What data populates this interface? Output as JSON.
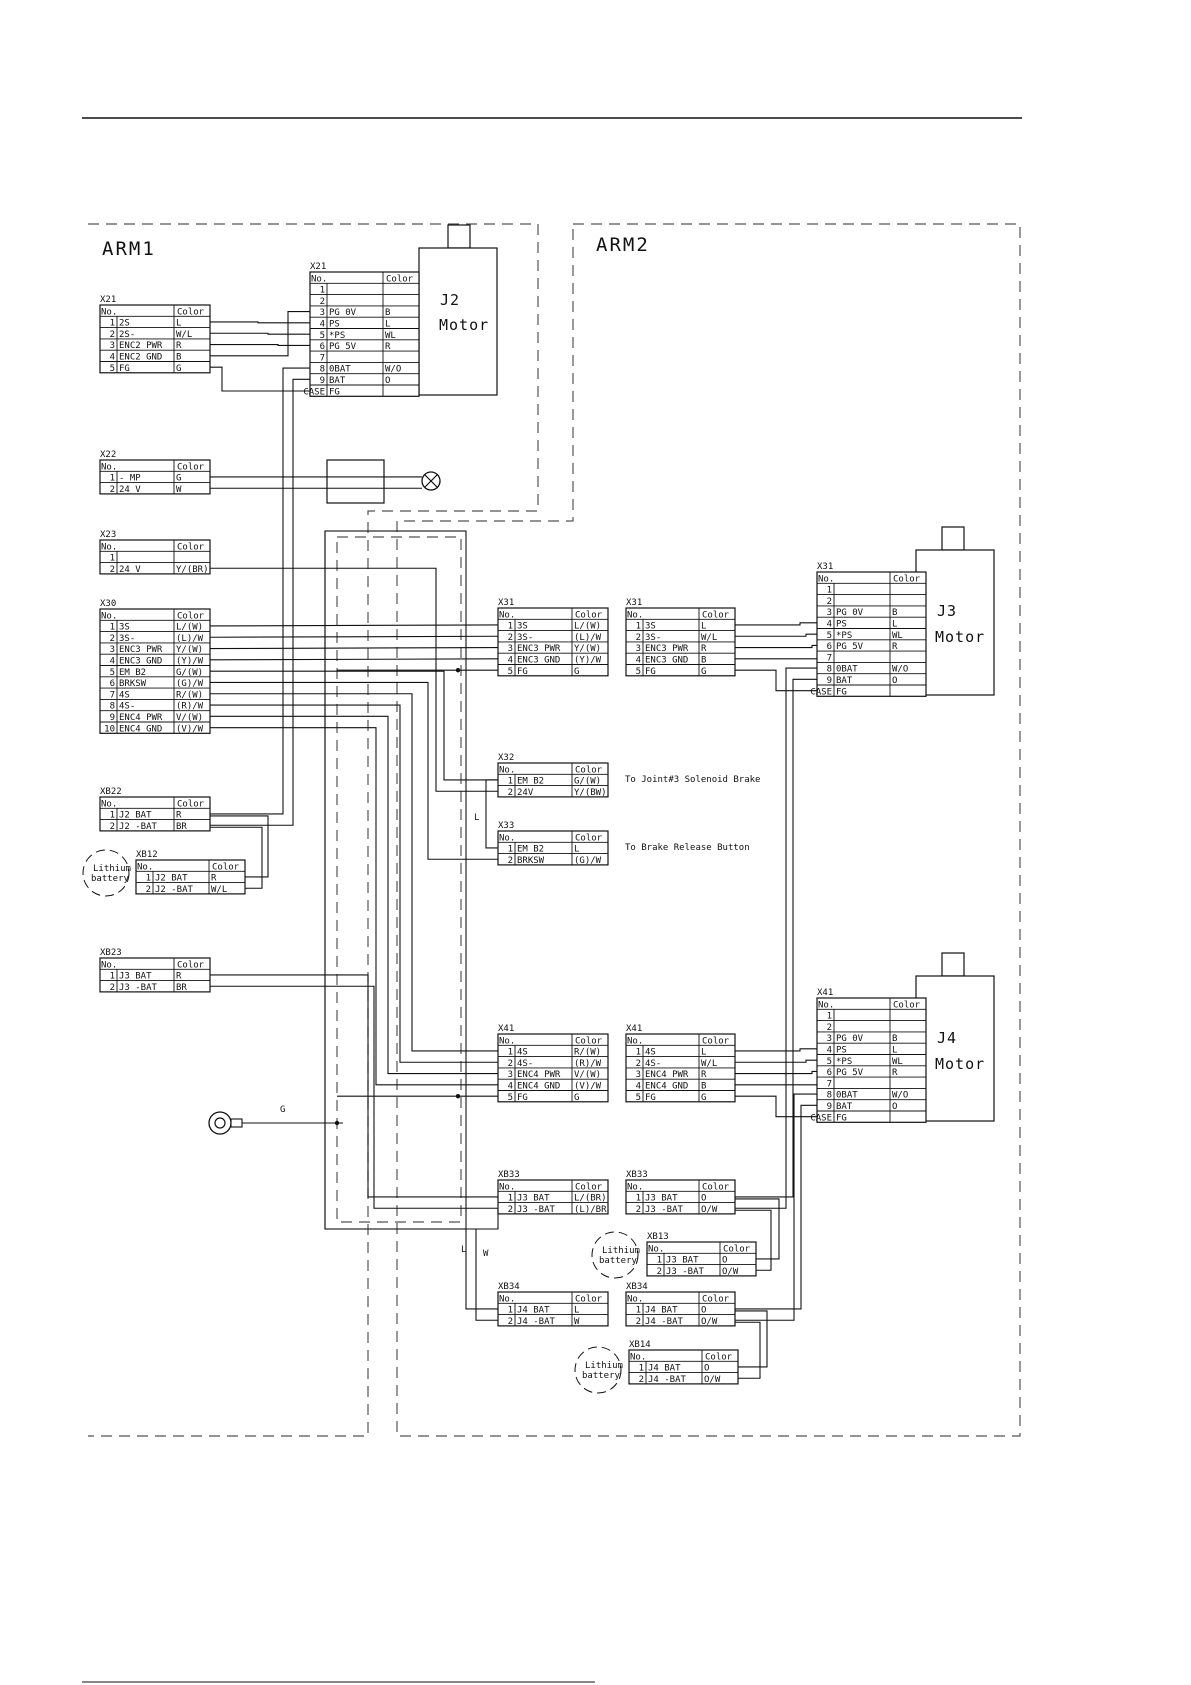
{
  "arm_labels": {
    "arm1": "ARM1",
    "arm2": "ARM2"
  },
  "col_headers": {
    "no": "No.",
    "color": "Color"
  },
  "wire_letters": {
    "g_ground": "G",
    "l_mid": "L",
    "l_bot": "L",
    "w_bot": "W"
  },
  "motors": [
    {
      "id": "j2",
      "line1": "J2",
      "line2": "Motor"
    },
    {
      "id": "j3",
      "line1": "J3",
      "line2": "Motor"
    },
    {
      "id": "j4",
      "line1": "J4",
      "line2": "Motor"
    }
  ],
  "batteries": [
    {
      "id": "b1",
      "line1": "Lithium",
      "line2": "battery"
    },
    {
      "id": "b2",
      "line1": "Lithium",
      "line2": "battery"
    },
    {
      "id": "b3",
      "line1": "Lithium",
      "line2": "battery"
    }
  ],
  "notes": {
    "x32": "To Joint#3 Solenoid Brake",
    "x33": "To Brake Release Button"
  },
  "connectors": [
    {
      "id": "x21a",
      "title": "X21",
      "rows": [
        {
          "no": "1",
          "sig": "2S",
          "color": "L"
        },
        {
          "no": "2",
          "sig": "2S-",
          "color": "W/L"
        },
        {
          "no": "3",
          "sig": "ENC2 PWR",
          "color": "R"
        },
        {
          "no": "4",
          "sig": "ENC2 GND",
          "color": "B"
        },
        {
          "no": "5",
          "sig": "FG",
          "color": "G"
        }
      ]
    },
    {
      "id": "x21b",
      "title": "X21",
      "rows": [
        {
          "no": "1",
          "sig": "",
          "color": ""
        },
        {
          "no": "2",
          "sig": "",
          "color": ""
        },
        {
          "no": "3",
          "sig": "PG 0V",
          "color": "B"
        },
        {
          "no": "4",
          "sig": "PS",
          "color": "L"
        },
        {
          "no": "5",
          "sig": "*PS",
          "color": "WL"
        },
        {
          "no": "6",
          "sig": "PG 5V",
          "color": "R"
        },
        {
          "no": "7",
          "sig": "",
          "color": ""
        },
        {
          "no": "8",
          "sig": "0BAT",
          "color": "W/O"
        },
        {
          "no": "9",
          "sig": "BAT",
          "color": "O"
        },
        {
          "no": "CASE",
          "sig": "FG",
          "color": ""
        }
      ]
    },
    {
      "id": "x22",
      "title": "X22",
      "rows": [
        {
          "no": "1",
          "sig": "- MP",
          "color": "G"
        },
        {
          "no": "2",
          "sig": "24 V",
          "color": "W"
        }
      ]
    },
    {
      "id": "x23",
      "title": "X23",
      "rows": [
        {
          "no": "1",
          "sig": "",
          "color": ""
        },
        {
          "no": "2",
          "sig": "24 V",
          "color": "Y/(BR)"
        }
      ]
    },
    {
      "id": "x30",
      "title": "X30",
      "rows": [
        {
          "no": "1",
          "sig": "3S",
          "color": "L/(W)"
        },
        {
          "no": "2",
          "sig": "3S-",
          "color": "(L)/W"
        },
        {
          "no": "3",
          "sig": "ENC3 PWR",
          "color": "Y/(W)"
        },
        {
          "no": "4",
          "sig": "ENC3 GND",
          "color": "(Y)/W"
        },
        {
          "no": "5",
          "sig": "EM B2",
          "color": "G/(W)"
        },
        {
          "no": "6",
          "sig": "BRKSW",
          "color": "(G)/W"
        },
        {
          "no": "7",
          "sig": "4S",
          "color": "R/(W)"
        },
        {
          "no": "8",
          "sig": "4S-",
          "color": "(R)/W"
        },
        {
          "no": "9",
          "sig": "ENC4 PWR",
          "color": "V/(W)"
        },
        {
          "no": "10",
          "sig": "ENC4 GND",
          "color": "(V)/W"
        }
      ]
    },
    {
      "id": "xb22",
      "title": "XB22",
      "rows": [
        {
          "no": "1",
          "sig": "J2 BAT",
          "color": "R"
        },
        {
          "no": "2",
          "sig": "J2 -BAT",
          "color": "BR"
        }
      ]
    },
    {
      "id": "xb12",
      "title": "XB12",
      "rows": [
        {
          "no": "1",
          "sig": "J2 BAT",
          "color": "R"
        },
        {
          "no": "2",
          "sig": "J2 -BAT",
          "color": "W/L"
        }
      ]
    },
    {
      "id": "xb23",
      "title": "XB23",
      "rows": [
        {
          "no": "1",
          "sig": "J3 BAT",
          "color": "R"
        },
        {
          "no": "2",
          "sig": "J3 -BAT",
          "color": "BR"
        }
      ]
    },
    {
      "id": "x31a",
      "title": "X31",
      "rows": [
        {
          "no": "1",
          "sig": "3S",
          "color": "L/(W)"
        },
        {
          "no": "2",
          "sig": "3S-",
          "color": "(L)/W"
        },
        {
          "no": "3",
          "sig": "ENC3 PWR",
          "color": "Y/(W)"
        },
        {
          "no": "4",
          "sig": "ENC3 GND",
          "color": "(Y)/W"
        },
        {
          "no": "5",
          "sig": "FG",
          "color": "G"
        }
      ]
    },
    {
      "id": "x31b",
      "title": "X31",
      "rows": [
        {
          "no": "1",
          "sig": "3S",
          "color": "L"
        },
        {
          "no": "2",
          "sig": "3S-",
          "color": "W/L"
        },
        {
          "no": "3",
          "sig": "ENC3 PWR",
          "color": "R"
        },
        {
          "no": "4",
          "sig": "ENC3 GND",
          "color": "B"
        },
        {
          "no": "5",
          "sig": "FG",
          "color": "G"
        }
      ]
    },
    {
      "id": "x31c",
      "title": "X31",
      "rows": [
        {
          "no": "1",
          "sig": "",
          "color": ""
        },
        {
          "no": "2",
          "sig": "",
          "color": ""
        },
        {
          "no": "3",
          "sig": "PG 0V",
          "color": "B"
        },
        {
          "no": "4",
          "sig": "PS",
          "color": "L"
        },
        {
          "no": "5",
          "sig": "*PS",
          "color": "WL"
        },
        {
          "no": "6",
          "sig": "PG 5V",
          "color": "R"
        },
        {
          "no": "7",
          "sig": "",
          "color": ""
        },
        {
          "no": "8",
          "sig": "0BAT",
          "color": "W/O"
        },
        {
          "no": "9",
          "sig": "BAT",
          "color": "O"
        },
        {
          "no": "CASE",
          "sig": "FG",
          "color": ""
        }
      ]
    },
    {
      "id": "x32",
      "title": "X32",
      "rows": [
        {
          "no": "1",
          "sig": "EM B2",
          "color": "G/(W)"
        },
        {
          "no": "2",
          "sig": "24V",
          "color": "Y/(BW)"
        }
      ]
    },
    {
      "id": "x33",
      "title": "X33",
      "rows": [
        {
          "no": "1",
          "sig": "EM B2",
          "color": "L"
        },
        {
          "no": "2",
          "sig": "BRKSW",
          "color": "(G)/W"
        }
      ]
    },
    {
      "id": "x41a",
      "title": "X41",
      "rows": [
        {
          "no": "1",
          "sig": "4S",
          "color": "R/(W)"
        },
        {
          "no": "2",
          "sig": "4S-",
          "color": "(R)/W"
        },
        {
          "no": "3",
          "sig": "ENC4 PWR",
          "color": "V/(W)"
        },
        {
          "no": "4",
          "sig": "ENC4 GND",
          "color": "(V)/W"
        },
        {
          "no": "5",
          "sig": "FG",
          "color": "G"
        }
      ]
    },
    {
      "id": "x41b",
      "title": "X41",
      "rows": [
        {
          "no": "1",
          "sig": "4S",
          "color": "L"
        },
        {
          "no": "2",
          "sig": "4S-",
          "color": "W/L"
        },
        {
          "no": "3",
          "sig": "ENC4 PWR",
          "color": "R"
        },
        {
          "no": "4",
          "sig": "ENC4 GND",
          "color": "B"
        },
        {
          "no": "5",
          "sig": "FG",
          "color": "G"
        }
      ]
    },
    {
      "id": "x41c",
      "title": "X41",
      "rows": [
        {
          "no": "1",
          "sig": "",
          "color": ""
        },
        {
          "no": "2",
          "sig": "",
          "color": ""
        },
        {
          "no": "3",
          "sig": "PG 0V",
          "color": "B"
        },
        {
          "no": "4",
          "sig": "PS",
          "color": "L"
        },
        {
          "no": "5",
          "sig": "*PS",
          "color": "WL"
        },
        {
          "no": "6",
          "sig": "PG 5V",
          "color": "R"
        },
        {
          "no": "7",
          "sig": "",
          "color": ""
        },
        {
          "no": "8",
          "sig": "0BAT",
          "color": "W/O"
        },
        {
          "no": "9",
          "sig": "BAT",
          "color": "O"
        },
        {
          "no": "CASE",
          "sig": "FG",
          "color": ""
        }
      ]
    },
    {
      "id": "xb33a",
      "title": "XB33",
      "rows": [
        {
          "no": "1",
          "sig": "J3 BAT",
          "color": "L/(BR)"
        },
        {
          "no": "2",
          "sig": "J3 -BAT",
          "color": "(L)/BR"
        }
      ]
    },
    {
      "id": "xb33b",
      "title": "XB33",
      "rows": [
        {
          "no": "1",
          "sig": "J3 BAT",
          "color": "O"
        },
        {
          "no": "2",
          "sig": "J3 -BAT",
          "color": "O/W"
        }
      ]
    },
    {
      "id": "xb13",
      "title": "XB13",
      "rows": [
        {
          "no": "1",
          "sig": "J3 BAT",
          "color": "O"
        },
        {
          "no": "2",
          "sig": "J3 -BAT",
          "color": "O/W"
        }
      ]
    },
    {
      "id": "xb34a",
      "title": "XB34",
      "rows": [
        {
          "no": "1",
          "sig": "J4 BAT",
          "color": "L"
        },
        {
          "no": "2",
          "sig": "J4 -BAT",
          "color": "W"
        }
      ]
    },
    {
      "id": "xb34b",
      "title": "XB34",
      "rows": [
        {
          "no": "1",
          "sig": "J4 BAT",
          "color": "O"
        },
        {
          "no": "2",
          "sig": "J4 -BAT",
          "color": "O/W"
        }
      ]
    },
    {
      "id": "xb14",
      "title": "XB14",
      "rows": [
        {
          "no": "1",
          "sig": "J4 BAT",
          "color": "O"
        },
        {
          "no": "2",
          "sig": "J4 -BAT",
          "color": "O/W"
        }
      ]
    }
  ]
}
